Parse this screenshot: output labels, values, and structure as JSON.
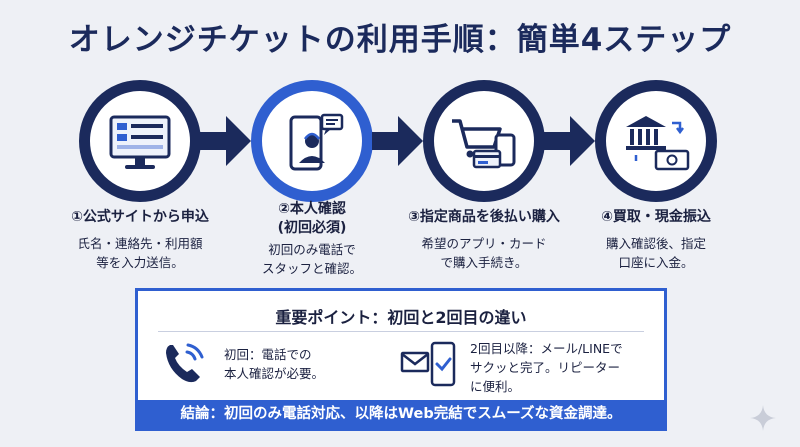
{
  "title": "オレンジチケットの利用手順：簡単4ステップ",
  "steps": [
    {
      "title": "①公式サイトから申込",
      "desc": [
        "氏名・連絡先・利用額",
        "等を入力送信。"
      ]
    },
    {
      "title_lines": [
        "②本人確認",
        "(初回必須)"
      ],
      "desc": [
        "初回のみ電話で",
        "スタッフと確認。"
      ]
    },
    {
      "title": "③指定商品を後払い購入",
      "desc": [
        "希望のアプリ・カード",
        "で購入手続き。"
      ]
    },
    {
      "title": "④買取・現金振込",
      "desc": [
        "購入確認後、指定",
        "口座に入金。"
      ]
    }
  ],
  "important": {
    "title": "重要ポイント：初回と2回目の違い",
    "first": [
      "初回：電話での",
      "本人確認が必要。"
    ],
    "second": [
      "2回目以降：メール/LINEで",
      "サクッと完了。リピーター",
      "に便利。"
    ],
    "conclusion": "結論：初回のみ電話対応、以降はWeb完結でスムーズな資金調達。"
  },
  "colors": {
    "navy": "#1b2a5c",
    "blue": "#2f5fd0",
    "background": "#eef0f5"
  },
  "icons": [
    "computer-form-icon",
    "phone-operator-icon",
    "cart-phone-card-icon",
    "bank-money-icon",
    "phone-call-icon",
    "mail-check-icon",
    "sparkle-icon"
  ]
}
